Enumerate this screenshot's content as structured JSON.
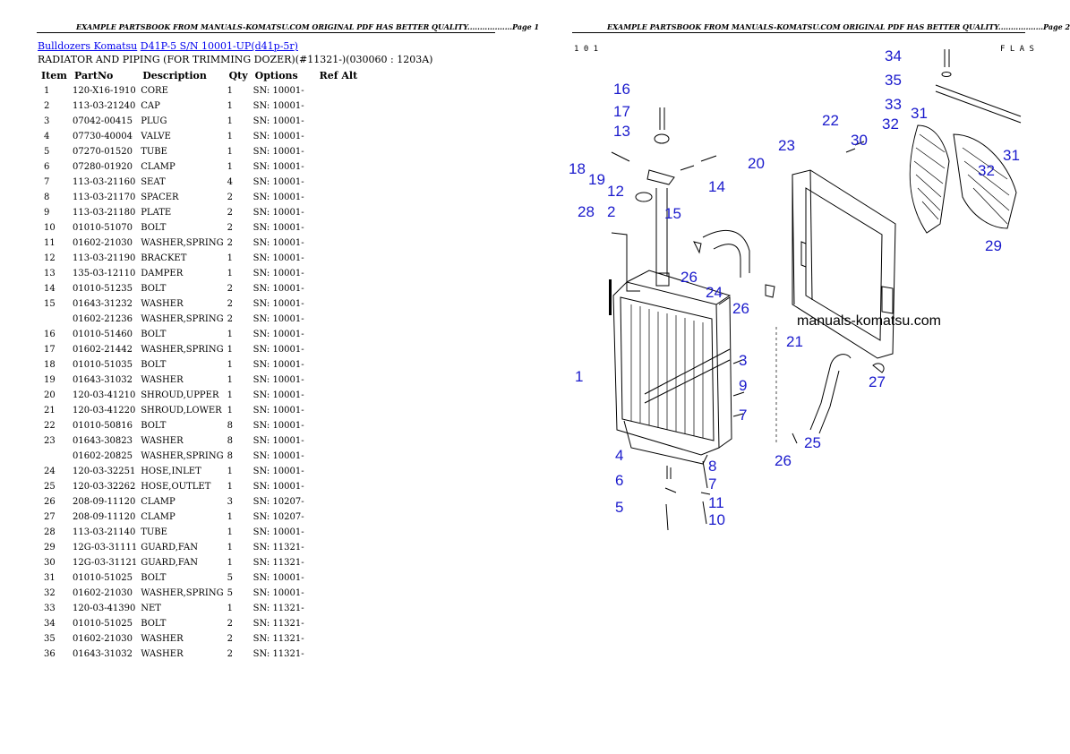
{
  "header": {
    "page1": "EXAMPLE PARTSBOOK FROM MANUALS-KOMATSU.COM ORIGINAL PDF HAS BETTER QUALITY..................Page 1",
    "page2": "EXAMPLE PARTSBOOK FROM MANUALS-KOMATSU.COM ORIGINAL PDF HAS BETTER QUALITY..................Page 2"
  },
  "breadcrumb": {
    "link1": "Bulldozers Komatsu",
    "link2": "D41P-5 S/N 10001-UP(d41p-5r)"
  },
  "subtitle": "RADIATOR AND PIPING (FOR TRIMMING DOZER)(#11321-)(030060 : 1203A)",
  "table": {
    "headers": [
      "Item",
      "PartNo",
      "Description",
      "Qty",
      "Options",
      "Ref Alt"
    ],
    "rows": [
      {
        "item": "1",
        "part": "120-X16-1910",
        "desc": "CORE",
        "qty": "1",
        "opt": "SN: 10001-"
      },
      {
        "item": "2",
        "part": "113-03-21240",
        "desc": "CAP",
        "qty": "1",
        "opt": "SN: 10001-"
      },
      {
        "item": "3",
        "part": "07042-00415",
        "desc": "PLUG",
        "qty": "1",
        "opt": "SN: 10001-"
      },
      {
        "item": "4",
        "part": "07730-40004",
        "desc": "VALVE",
        "qty": "1",
        "opt": "SN: 10001-"
      },
      {
        "item": "5",
        "part": "07270-01520",
        "desc": "TUBE",
        "qty": "1",
        "opt": "SN: 10001-"
      },
      {
        "item": "6",
        "part": "07280-01920",
        "desc": "CLAMP",
        "qty": "1",
        "opt": "SN: 10001-"
      },
      {
        "item": "7",
        "part": "113-03-21160",
        "desc": "SEAT",
        "qty": "4",
        "opt": "SN: 10001-"
      },
      {
        "item": "8",
        "part": "113-03-21170",
        "desc": "SPACER",
        "qty": "2",
        "opt": "SN: 10001-"
      },
      {
        "item": "9",
        "part": "113-03-21180",
        "desc": "PLATE",
        "qty": "2",
        "opt": "SN: 10001-"
      },
      {
        "item": "10",
        "part": "01010-51070",
        "desc": "BOLT",
        "qty": "2",
        "opt": "SN: 10001-"
      },
      {
        "item": "11",
        "part": "01602-21030",
        "desc": "WASHER,SPRING",
        "qty": "2",
        "opt": "SN: 10001-"
      },
      {
        "item": "12",
        "part": "113-03-21190",
        "desc": "BRACKET",
        "qty": "1",
        "opt": "SN: 10001-"
      },
      {
        "item": "13",
        "part": "135-03-12110",
        "desc": "DAMPER",
        "qty": "1",
        "opt": "SN: 10001-"
      },
      {
        "item": "14",
        "part": "01010-51235",
        "desc": "BOLT",
        "qty": "2",
        "opt": "SN: 10001-"
      },
      {
        "item": "15",
        "part": "01643-31232",
        "desc": "WASHER",
        "qty": "2",
        "opt": "SN: 10001-"
      },
      {
        "item": "",
        "part": "01602-21236",
        "desc": "WASHER,SPRING",
        "qty": "2",
        "opt": "SN: 10001-"
      },
      {
        "item": "16",
        "part": "01010-51460",
        "desc": "BOLT",
        "qty": "1",
        "opt": "SN: 10001-"
      },
      {
        "item": "17",
        "part": "01602-21442",
        "desc": "WASHER,SPRING",
        "qty": "1",
        "opt": "SN: 10001-"
      },
      {
        "item": "18",
        "part": "01010-51035",
        "desc": "BOLT",
        "qty": "1",
        "opt": "SN: 10001-"
      },
      {
        "item": "19",
        "part": "01643-31032",
        "desc": "WASHER",
        "qty": "1",
        "opt": "SN: 10001-"
      },
      {
        "item": "20",
        "part": "120-03-41210",
        "desc": "SHROUD,UPPER",
        "qty": "1",
        "opt": "SN: 10001-"
      },
      {
        "item": "21",
        "part": "120-03-41220",
        "desc": "SHROUD,LOWER",
        "qty": "1",
        "opt": "SN: 10001-"
      },
      {
        "item": "22",
        "part": "01010-50816",
        "desc": "BOLT",
        "qty": "8",
        "opt": "SN: 10001-"
      },
      {
        "item": "23",
        "part": "01643-30823",
        "desc": "WASHER",
        "qty": "8",
        "opt": "SN: 10001-"
      },
      {
        "item": "",
        "part": "01602-20825",
        "desc": "WASHER,SPRING",
        "qty": "8",
        "opt": "SN: 10001-"
      },
      {
        "item": "24",
        "part": "120-03-32251",
        "desc": "HOSE,INLET",
        "qty": "1",
        "opt": "SN: 10001-"
      },
      {
        "item": "25",
        "part": "120-03-32262",
        "desc": "HOSE,OUTLET",
        "qty": "1",
        "opt": "SN: 10001-"
      },
      {
        "item": "26",
        "part": "208-09-11120",
        "desc": "CLAMP",
        "qty": "3",
        "opt": "SN: 10207-"
      },
      {
        "item": "27",
        "part": "208-09-11120",
        "desc": "CLAMP",
        "qty": "1",
        "opt": "SN: 10207-"
      },
      {
        "item": "28",
        "part": "113-03-21140",
        "desc": "TUBE",
        "qty": "1",
        "opt": "SN: 10001-"
      },
      {
        "item": "29",
        "part": "12G-03-31111",
        "desc": "GUARD,FAN",
        "qty": "1",
        "opt": "SN: 11321-"
      },
      {
        "item": "30",
        "part": "12G-03-31121",
        "desc": "GUARD,FAN",
        "qty": "1",
        "opt": "SN: 11321-"
      },
      {
        "item": "31",
        "part": "01010-51025",
        "desc": "BOLT",
        "qty": "5",
        "opt": "SN: 10001-"
      },
      {
        "item": "32",
        "part": "01602-21030",
        "desc": "WASHER,SPRING",
        "qty": "5",
        "opt": "SN: 10001-"
      },
      {
        "item": "33",
        "part": "120-03-41390",
        "desc": "NET",
        "qty": "1",
        "opt": "SN: 11321-"
      },
      {
        "item": "34",
        "part": "01010-51025",
        "desc": "BOLT",
        "qty": "2",
        "opt": "SN: 11321-"
      },
      {
        "item": "35",
        "part": "01602-21030",
        "desc": "WASHER",
        "qty": "2",
        "opt": "SN: 11321-"
      },
      {
        "item": "36",
        "part": "01643-31032",
        "desc": "WASHER",
        "qty": "2",
        "opt": "SN: 11321-"
      }
    ]
  },
  "diagram": {
    "corner_left": "1 0 1",
    "corner_right": "F L A S",
    "watermark": "manuals-komatsu.com",
    "callout_color": "#1a1acc",
    "callouts": [
      "34",
      "35",
      "33",
      "31",
      "32",
      "16",
      "17",
      "13",
      "22",
      "30",
      "23",
      "18",
      "19",
      "12",
      "14",
      "20",
      "31",
      "32",
      "28",
      "2",
      "15",
      "29",
      "26",
      "24",
      "26",
      "21",
      "3",
      "1",
      "9",
      "7",
      "27",
      "26",
      "25",
      "4",
      "8",
      "6",
      "7",
      "11",
      "5",
      "10"
    ]
  }
}
